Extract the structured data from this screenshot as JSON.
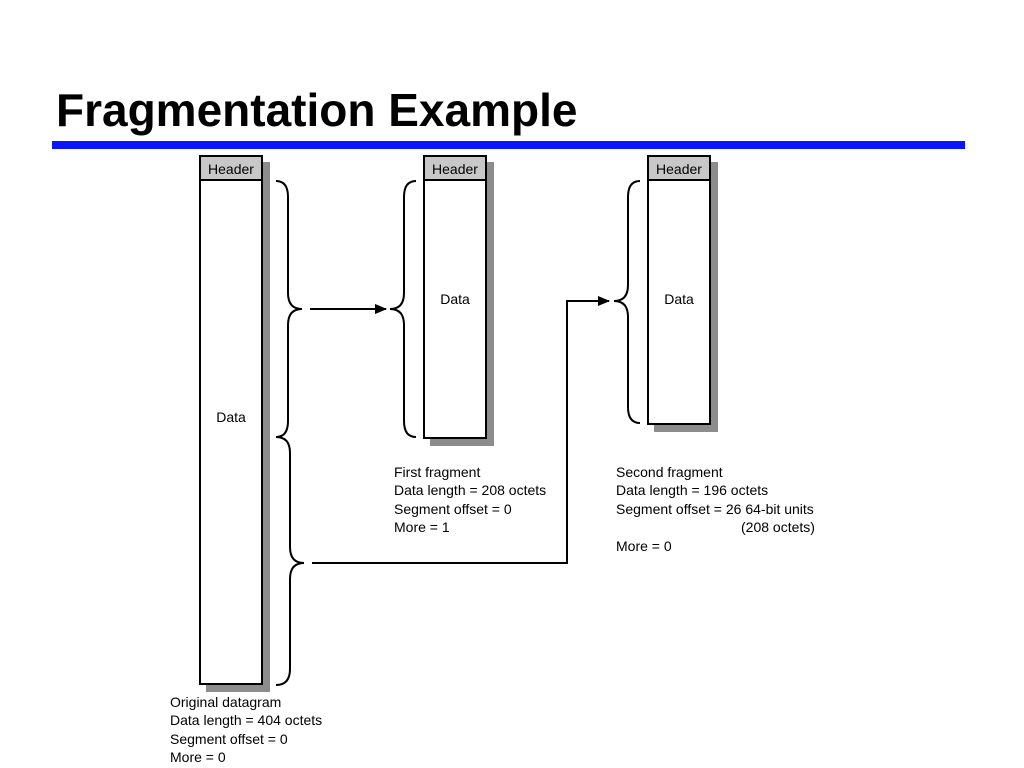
{
  "slide": {
    "title": "Fragmentation Example",
    "accent_color": "#0a14ff"
  },
  "original": {
    "header_label": "Header",
    "data_label": "Data",
    "caption": [
      "Original datagram",
      "Data length = 404 octets",
      "Segment offset = 0",
      "More = 0"
    ]
  },
  "first_fragment": {
    "header_label": "Header",
    "data_label": "Data",
    "caption": [
      "First fragment",
      "Data length = 208 octets",
      "Segment offset = 0",
      "More = 1"
    ]
  },
  "second_fragment": {
    "header_label": "Header",
    "data_label": "Data",
    "caption": [
      "Second fragment",
      "Data length = 196 octets",
      "Segment offset = 26 64-bit units",
      "(208 octets)",
      "More = 0"
    ]
  }
}
